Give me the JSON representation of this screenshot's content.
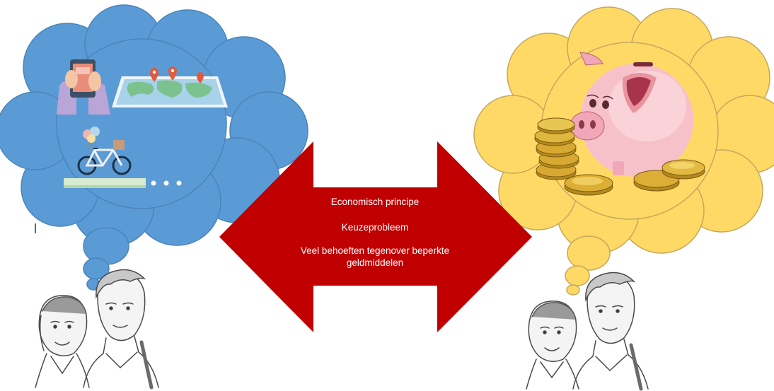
{
  "arrow": {
    "line1": "Economisch principe",
    "line2": "Keuzeprobleem",
    "line3": "Veel behoeften tegenover beperkte geldmiddelen",
    "color": "#c00000"
  },
  "left_cloud": {
    "color": "#5b9bd5",
    "icons": [
      "smartphone-icon",
      "world-map-icon",
      "bicycle-icon",
      "ellipsis-icon"
    ]
  },
  "right_cloud": {
    "color": "#ffd966",
    "icons": [
      "piggy-bank-icon",
      "coins-icon"
    ]
  },
  "people": [
    "couple-sketch-left",
    "couple-sketch-right"
  ]
}
